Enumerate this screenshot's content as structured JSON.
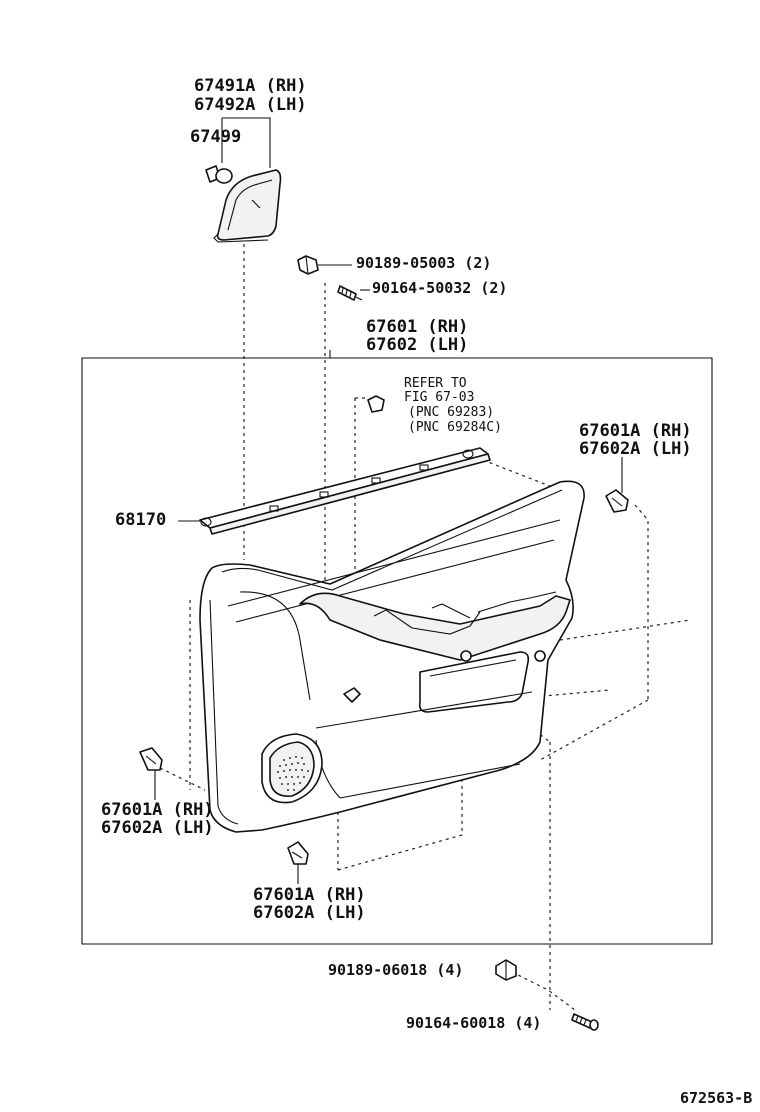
{
  "diagram_id": "672563-B",
  "labels": {
    "cover_part": [
      "67491A (RH)",
      "67492A (LH)"
    ],
    "cover_clip": "67499",
    "nut_top": "90189-05003 (2)",
    "screw_top": "90164-50032 (2)",
    "panel_assembly": [
      "67601 (RH)",
      "67602 (LH)"
    ],
    "refer_note": [
      "REFER TO",
      "FIG 67-03",
      "(PNC 69283)",
      "(PNC 69284C)"
    ],
    "clip_upper_right": [
      "67601A (RH)",
      "67602A (LH)"
    ],
    "weatherstrip": "68170",
    "clip_lower_left": [
      "67601A (RH)",
      "67602A (LH)"
    ],
    "clip_bottom": [
      "67601A (RH)",
      "67602A (LH)"
    ],
    "nut_bottom": "90189-06018 (4)",
    "screw_bottom": "90164-60018 (4)"
  },
  "icons": {
    "cover_part": "door-mirror-cover-icon",
    "clip": "push-clip-icon",
    "nut": "clip-nut-icon",
    "screw": "screw-icon",
    "weatherstrip": "weatherstrip-icon",
    "panel": "door-trim-panel-icon",
    "speaker": "speaker-grille-icon"
  }
}
